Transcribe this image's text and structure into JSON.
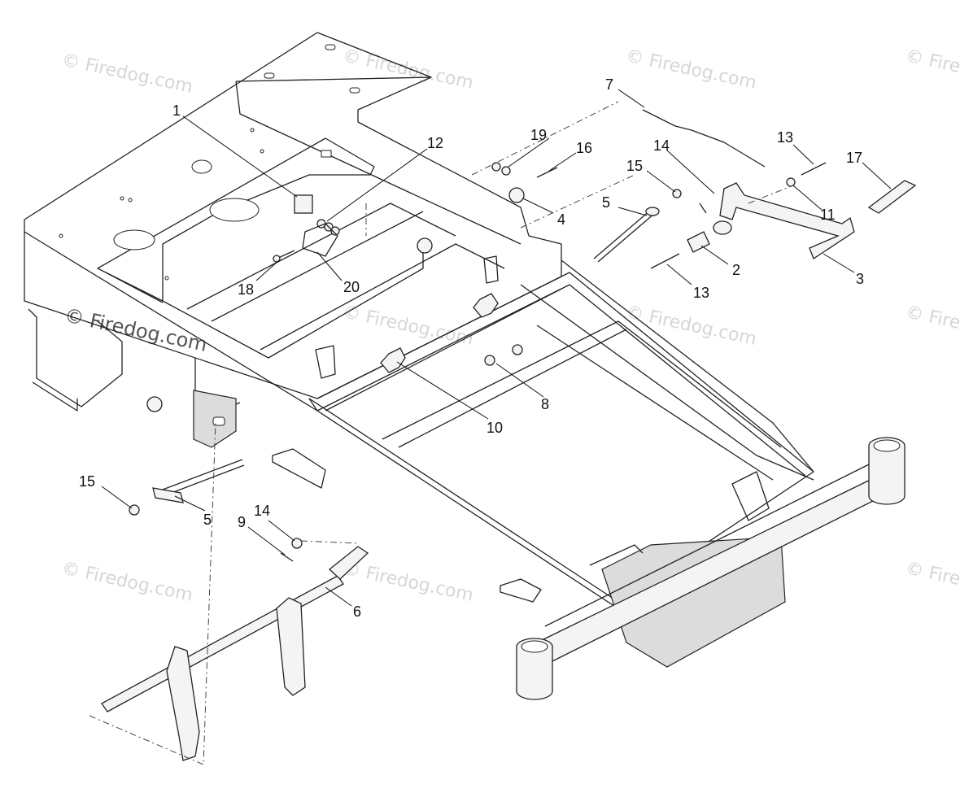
{
  "watermark": "© Firedog.com",
  "callouts": [
    {
      "id": "c1",
      "label": "1"
    },
    {
      "id": "c12",
      "label": "12"
    },
    {
      "id": "c19",
      "label": "19"
    },
    {
      "id": "c16",
      "label": "16"
    },
    {
      "id": "c4",
      "label": "4"
    },
    {
      "id": "c7",
      "label": "7"
    },
    {
      "id": "c14a",
      "label": "14"
    },
    {
      "id": "c15a",
      "label": "15"
    },
    {
      "id": "c5a",
      "label": "5"
    },
    {
      "id": "c13a",
      "label": "13"
    },
    {
      "id": "c17",
      "label": "17"
    },
    {
      "id": "c11",
      "label": "11"
    },
    {
      "id": "c2",
      "label": "2"
    },
    {
      "id": "c3",
      "label": "3"
    },
    {
      "id": "c13b",
      "label": "13"
    },
    {
      "id": "c18",
      "label": "18"
    },
    {
      "id": "c20",
      "label": "20"
    },
    {
      "id": "c8",
      "label": "8"
    },
    {
      "id": "c10",
      "label": "10"
    },
    {
      "id": "c15b",
      "label": "15"
    },
    {
      "id": "c5b",
      "label": "5"
    },
    {
      "id": "c14b",
      "label": "14"
    },
    {
      "id": "c9",
      "label": "9"
    },
    {
      "id": "c6",
      "label": "6"
    }
  ]
}
